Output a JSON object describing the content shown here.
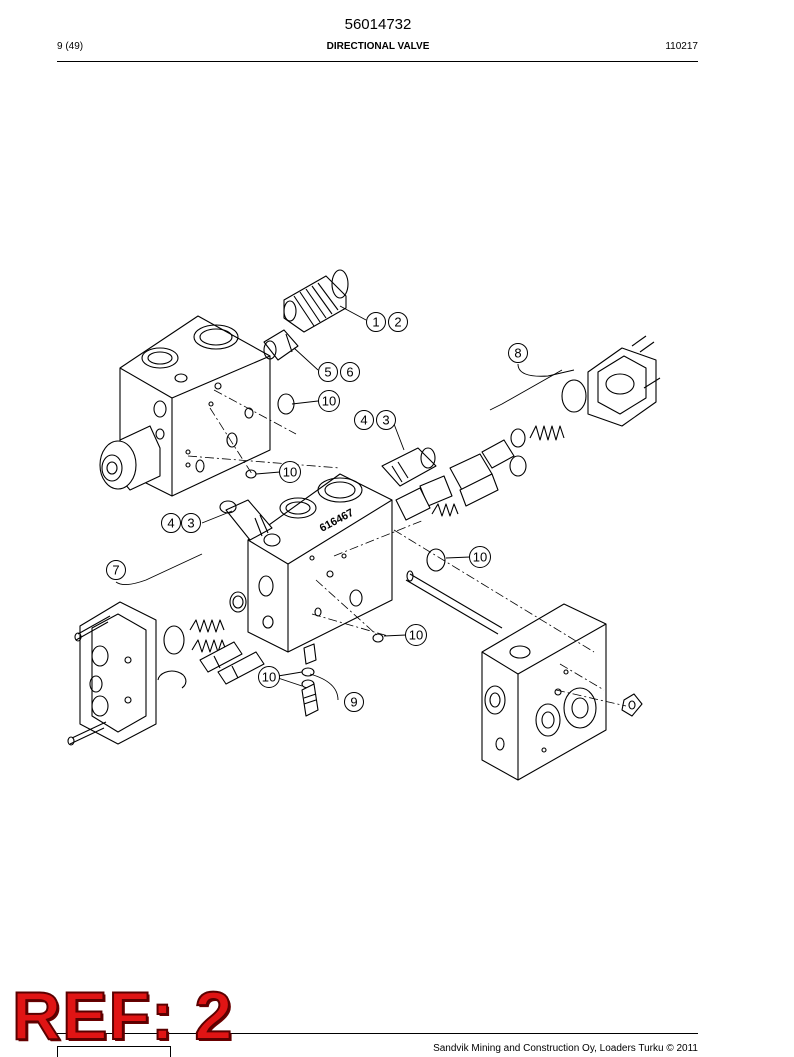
{
  "header": {
    "document_number": "56014732",
    "page": "9 (49)",
    "title": "DIRECTIONAL VALVE",
    "date_code": "110217"
  },
  "callouts": {
    "c1": "1",
    "c2": "2",
    "c5": "5",
    "c6": "6",
    "c4a": "4",
    "c3a": "3",
    "c4b": "4",
    "c3b": "3",
    "c7": "7",
    "c8": "8",
    "c9": "9",
    "c10a": "10",
    "c10b": "10",
    "c10c": "10",
    "c10d": "10",
    "c10e": "10"
  },
  "part_stamp": "616467",
  "ref_stamp": "REF: 2",
  "footer": {
    "copyright": "Sandvik Mining and Construction Oy, Loaders Turku © 2011"
  }
}
